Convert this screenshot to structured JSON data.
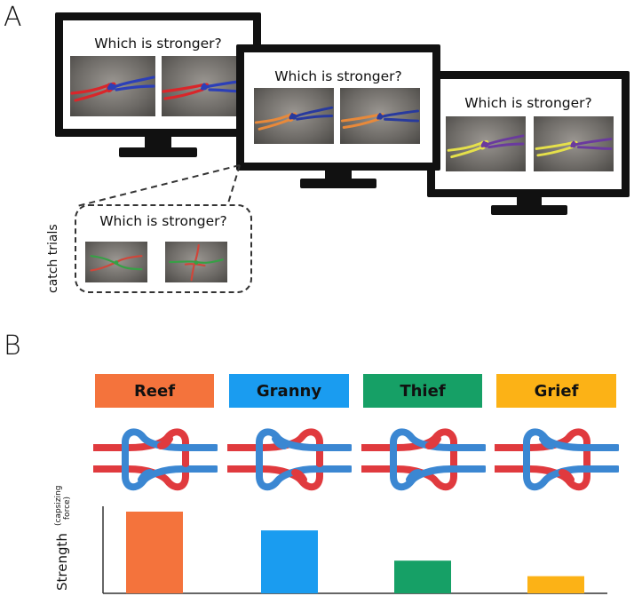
{
  "panel_a": {
    "letter": "A",
    "question": "Which is stronger?",
    "catch_label": "catch trials",
    "monitors": [
      {
        "name": "monitor-1",
        "left_rope": "#d9262a",
        "right_rope": "#2c3fb8"
      },
      {
        "name": "monitor-2",
        "left_rope": "#e8893a",
        "right_rope": "#283a9e"
      },
      {
        "name": "monitor-3",
        "left_rope": "#e5e04a",
        "right_rope": "#6a3a9e"
      }
    ],
    "catch": {
      "left_rope": "#d0463a",
      "right_rope": "#36a045"
    }
  },
  "panel_b": {
    "letter": "B",
    "knots": [
      {
        "label": "Reef",
        "color": "#f4733c"
      },
      {
        "label": "Granny",
        "color": "#1a9cf0"
      },
      {
        "label": "Thief",
        "color": "#16a066"
      },
      {
        "label": "Grief",
        "color": "#fcb216"
      }
    ],
    "rope_colors": {
      "red": "#e03a3e",
      "blue": "#3b87d2"
    },
    "ylabel": "Strength",
    "ylabel_sub": "(capsizing force)"
  },
  "chart_data": {
    "type": "bar",
    "categories": [
      "Reef",
      "Granny",
      "Thief",
      "Grief"
    ],
    "values": [
      1.0,
      0.77,
      0.4,
      0.21
    ],
    "colors": [
      "#f4733c",
      "#1a9cf0",
      "#16a066",
      "#fcb216"
    ],
    "title": "",
    "xlabel": "",
    "ylabel": "Strength (capsizing force)",
    "ylim": [
      0,
      1.0
    ],
    "grid": false
  }
}
